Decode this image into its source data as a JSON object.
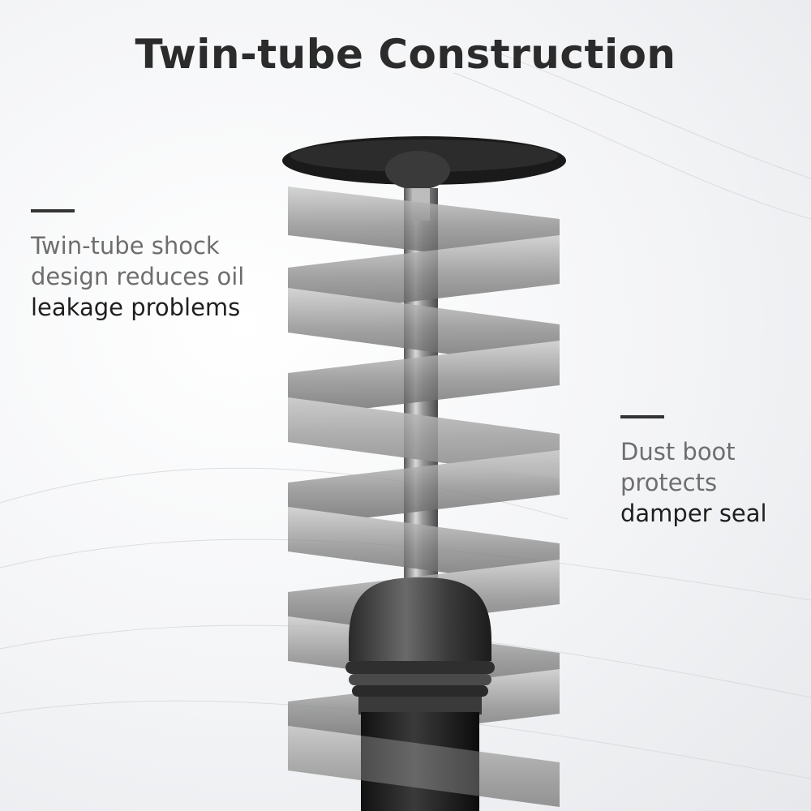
{
  "title": "Twin-tube Construction",
  "callouts": {
    "left": {
      "lines": [
        "Twin-tube shock",
        "design reduces oil",
        "leakage problems"
      ]
    },
    "right": {
      "lines": [
        "Dust boot",
        "protects",
        "damper seal"
      ]
    }
  },
  "illustration": {
    "subject": "shock absorber with coil spring",
    "colors": {
      "spring": "#7a7a7a",
      "rod": "#8c8c8c",
      "top_plate": "#1a1a1a",
      "boot": "#3c3c3c"
    }
  }
}
